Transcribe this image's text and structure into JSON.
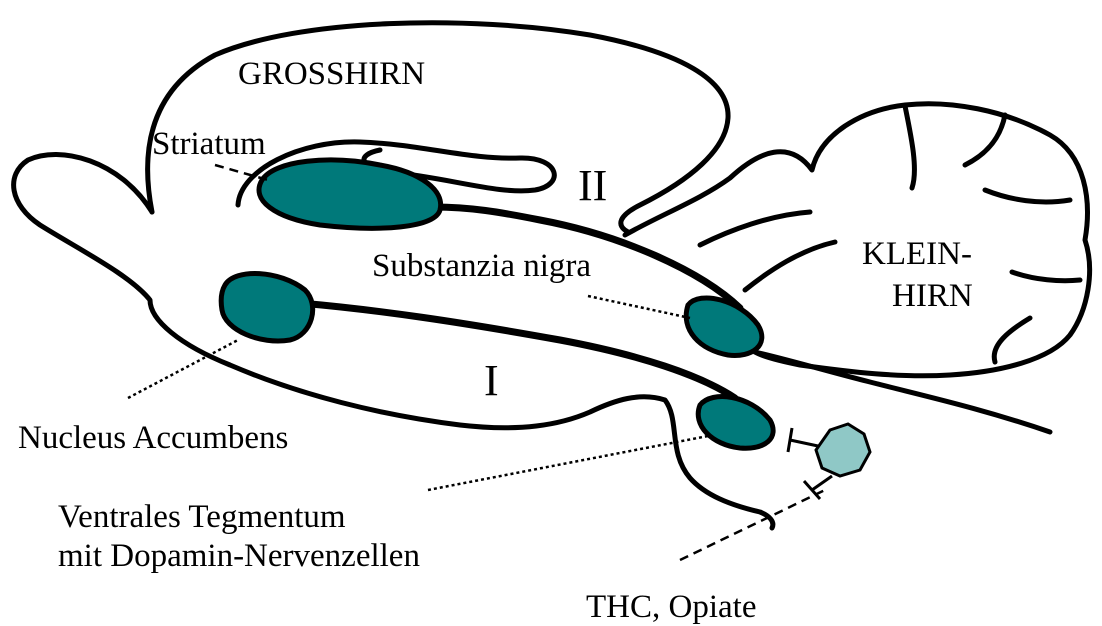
{
  "labels": {
    "cerebrum": "GROSSHIRN",
    "striatum": "Striatum",
    "pathway_two": "II",
    "substantia_nigra": "Substanzia nigra",
    "cerebellum_line1": "KLEIN-",
    "cerebellum_line2": "HIRN",
    "pathway_one": "I",
    "nucleus_accumbens": "Nucleus Accumbens",
    "vta_line1": "Ventrales Tegmentum",
    "vta_line2": "mit Dopamin-Nervenzellen",
    "drugs": "THC, Opiate"
  },
  "colors": {
    "nucleus_fill": "#00797a",
    "drug_fill": "#8fc8c6",
    "outline": "#000000",
    "background": "#ffffff"
  }
}
